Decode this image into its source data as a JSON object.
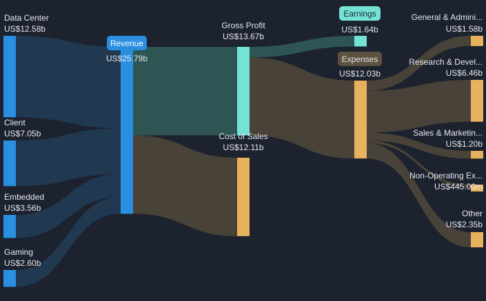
{
  "chart_data": {
    "type": "sankey",
    "colors": {
      "background": "#1c222e",
      "revenue": "#2a8fe0",
      "revenue_flow": "#223a53",
      "profit": "#74e3d6",
      "profit_flow": "#2f5855",
      "cost": "#e8b15e",
      "cost_flow": "#4c4439",
      "text": "#e6e9ee"
    },
    "nodes": [
      {
        "id": "data_center",
        "name": "Data Center",
        "value": "US$12.58b",
        "column": 0,
        "kind": "revenue"
      },
      {
        "id": "client",
        "name": "Client",
        "value": "US$7.05b",
        "column": 0,
        "kind": "revenue"
      },
      {
        "id": "embedded",
        "name": "Embedded",
        "value": "US$3.56b",
        "column": 0,
        "kind": "revenue"
      },
      {
        "id": "gaming",
        "name": "Gaming",
        "value": "US$2.60b",
        "column": 0,
        "kind": "revenue"
      },
      {
        "id": "revenue",
        "name": "Revenue",
        "value": "US$25.79b",
        "column": 1,
        "kind": "revenue",
        "pill": true
      },
      {
        "id": "gross_profit",
        "name": "Gross Profit",
        "value": "US$13.67b",
        "column": 2,
        "kind": "profit"
      },
      {
        "id": "cost_of_sales",
        "name": "Cost of Sales",
        "value": "US$12.11b",
        "column": 2,
        "kind": "cost"
      },
      {
        "id": "earnings",
        "name": "Earnings",
        "value": "US$1.64b",
        "column": 3,
        "kind": "profit",
        "pill": true
      },
      {
        "id": "expenses",
        "name": "Expenses",
        "value": "US$12.03b",
        "column": 3,
        "kind": "cost",
        "pill": true
      },
      {
        "id": "ga",
        "name": "General & Admini...",
        "value": "US$1.58b",
        "column": 4,
        "kind": "cost"
      },
      {
        "id": "rd",
        "name": "Research & Devel...",
        "value": "US$6.46b",
        "column": 4,
        "kind": "cost"
      },
      {
        "id": "sm",
        "name": "Sales & Marketin...",
        "value": "US$1.20b",
        "column": 4,
        "kind": "cost"
      },
      {
        "id": "nonop",
        "name": "Non-Operating Ex...",
        "value": "US$445.00m",
        "column": 4,
        "kind": "cost"
      },
      {
        "id": "other",
        "name": "Other",
        "value": "US$2.35b",
        "column": 4,
        "kind": "cost"
      }
    ],
    "links": [
      {
        "source": "data_center",
        "target": "revenue",
        "value": 12.58,
        "kind": "revenue"
      },
      {
        "source": "client",
        "target": "revenue",
        "value": 7.05,
        "kind": "revenue"
      },
      {
        "source": "embedded",
        "target": "revenue",
        "value": 3.56,
        "kind": "revenue"
      },
      {
        "source": "gaming",
        "target": "revenue",
        "value": 2.6,
        "kind": "revenue"
      },
      {
        "source": "revenue",
        "target": "gross_profit",
        "value": 13.67,
        "kind": "profit"
      },
      {
        "source": "revenue",
        "target": "cost_of_sales",
        "value": 12.11,
        "kind": "cost"
      },
      {
        "source": "gross_profit",
        "target": "earnings",
        "value": 1.64,
        "kind": "profit"
      },
      {
        "source": "gross_profit",
        "target": "expenses",
        "value": 12.03,
        "kind": "cost"
      },
      {
        "source": "expenses",
        "target": "ga",
        "value": 1.58,
        "kind": "cost"
      },
      {
        "source": "expenses",
        "target": "rd",
        "value": 6.46,
        "kind": "cost"
      },
      {
        "source": "expenses",
        "target": "sm",
        "value": 1.2,
        "kind": "cost"
      },
      {
        "source": "expenses",
        "target": "nonop",
        "value": 0.445,
        "kind": "cost"
      },
      {
        "source": "expenses",
        "target": "other",
        "value": 2.35,
        "kind": "cost"
      }
    ]
  }
}
